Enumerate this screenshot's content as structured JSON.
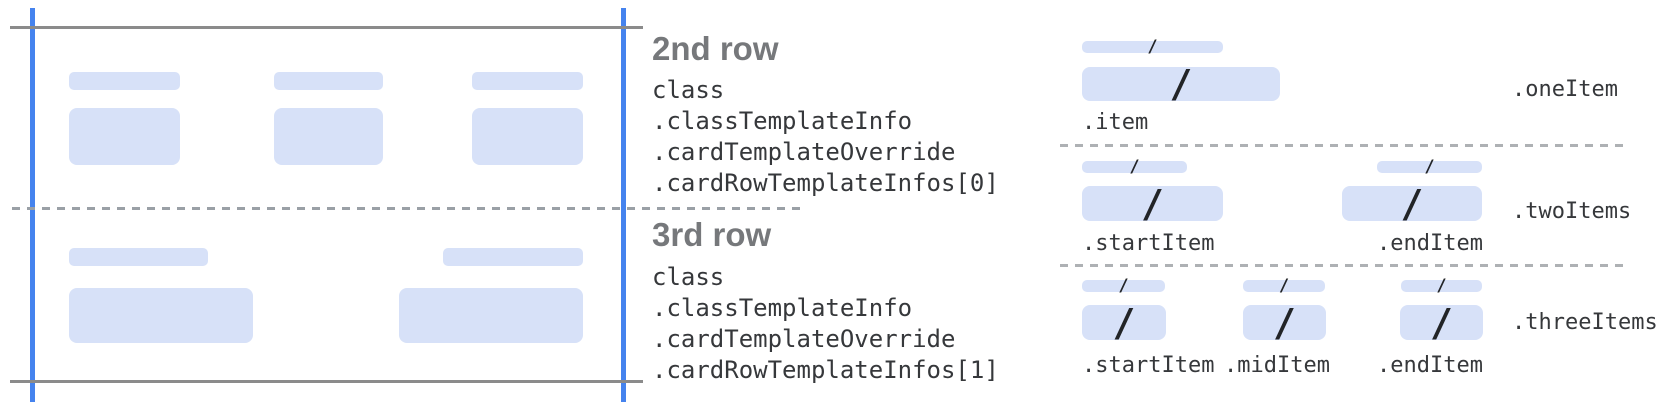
{
  "glyphs": {
    "slash": "/"
  },
  "card": {
    "row2": {
      "heading": "2nd row",
      "code": [
        "class",
        ".classTemplateInfo",
        ".cardTemplateOverride",
        ".cardRowTemplateInfos[0]"
      ]
    },
    "row3": {
      "heading": "3rd row",
      "code": [
        "class",
        ".classTemplateInfo",
        ".cardTemplateOverride",
        ".cardRowTemplateInfos[1]"
      ]
    }
  },
  "templates": {
    "one": {
      "name": ".oneItem",
      "labels": [
        ".item"
      ]
    },
    "two": {
      "name": ".twoItems",
      "labels": [
        ".startItem",
        ".endItem"
      ]
    },
    "three": {
      "name": ".threeItems",
      "labels": [
        ".startItem",
        ".midItem",
        ".endItem"
      ]
    }
  },
  "colors": {
    "bar_fill": "#d7e1f8",
    "accent_line": "#4583ee",
    "frame_line": "#8b8b8b",
    "dash_card": "#9aa0a6",
    "dash_panel": "#aeb1b4",
    "heading_gray": "#76787b",
    "code_text": "#36383b"
  }
}
